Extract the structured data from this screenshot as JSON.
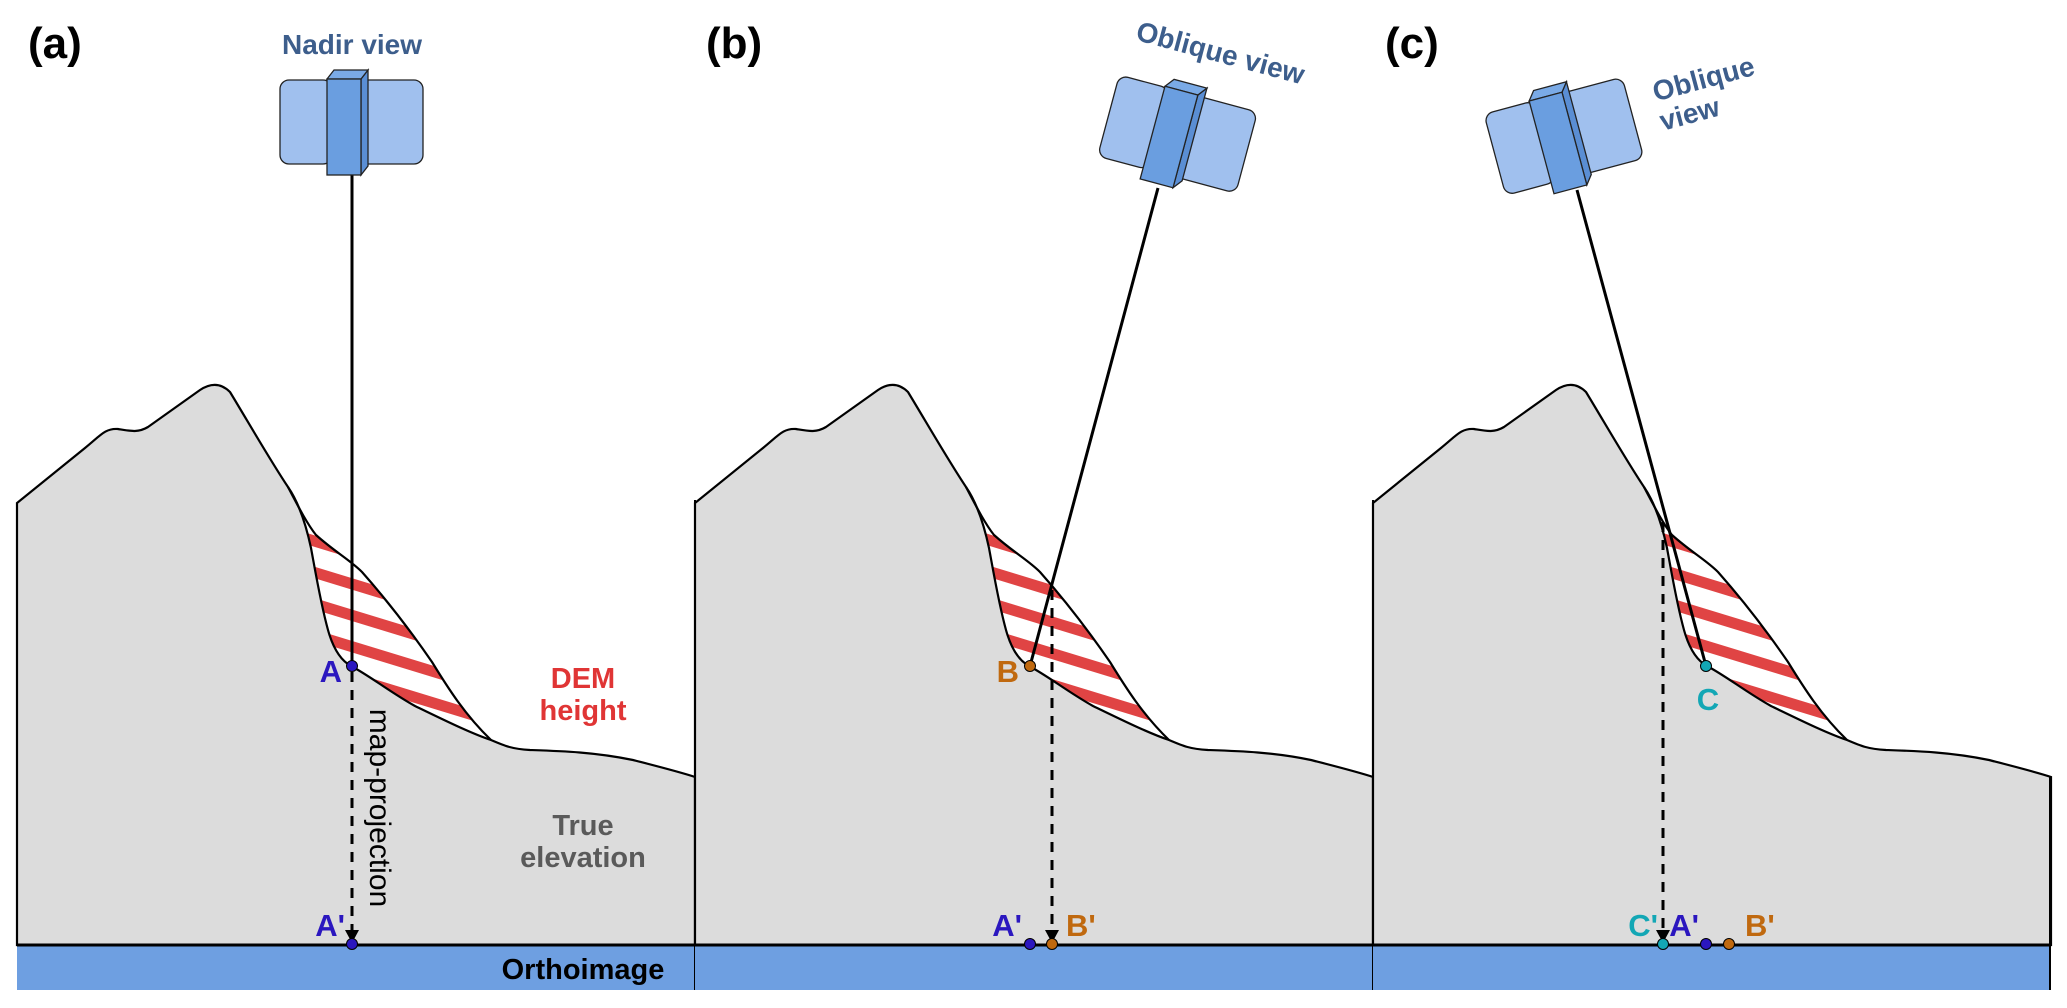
{
  "figure": {
    "panels": [
      {
        "id": "a",
        "label": "(a)",
        "view_label": [
          "Nadir view"
        ],
        "view_type": "nadir",
        "satellite_tilt": "none",
        "surface_point": {
          "label": "A",
          "color": "#2b17bf"
        },
        "projected_points": [
          {
            "label": "A'",
            "color": "#2b17bf"
          }
        ],
        "annotations": {
          "dem": [
            "DEM",
            "height"
          ],
          "true": [
            "True",
            "elevation"
          ],
          "projection": "map-projection",
          "orthoimage": "Orthoimage"
        }
      },
      {
        "id": "b",
        "label": "(b)",
        "view_label": [
          "Oblique view"
        ],
        "view_type": "oblique",
        "satellite_tilt": "right",
        "surface_point": {
          "label": "B",
          "color": "#c0690f"
        },
        "projected_points": [
          {
            "label": "A'",
            "color": "#2b17bf"
          },
          {
            "label": "B'",
            "color": "#c0690f"
          }
        ]
      },
      {
        "id": "c",
        "label": "(c)",
        "view_label": [
          "Oblique",
          "view"
        ],
        "view_type": "oblique",
        "satellite_tilt": "left",
        "surface_point": {
          "label": "C",
          "color": "#13a7b5"
        },
        "projected_points": [
          {
            "label": "C'",
            "color": "#13a7b5"
          },
          {
            "label": "A'",
            "color": "#2b17bf"
          },
          {
            "label": "B'",
            "color": "#c0690f"
          }
        ]
      }
    ],
    "colors": {
      "terrain_fill": "#dcdcdc",
      "orthoimage": "#6e9fe1",
      "dem_stripe": "#e04444",
      "satellite_panel": "#a0c0ee",
      "satellite_body": "#6a9ee0",
      "view_text": "#3d5e8c"
    }
  }
}
